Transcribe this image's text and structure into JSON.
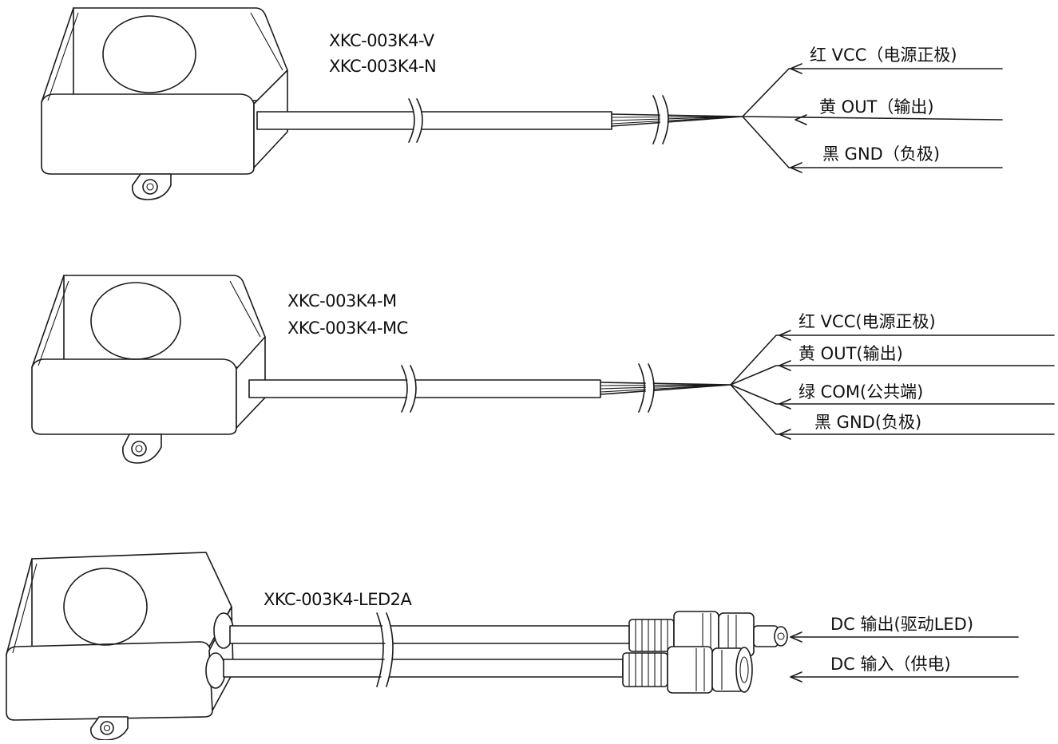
{
  "sensors": [
    {
      "models": [
        "XKC-003K4-V",
        "XKC-003K4-N"
      ],
      "wires": [
        "红 VCC（电源正极)",
        "黄 OUT（输出)",
        "黑 GND（负极)"
      ]
    },
    {
      "models": [
        "XKC-003K4-M",
        "XKC-003K4-MC"
      ],
      "wires": [
        "红 VCC(电源正极)",
        "黄 OUT(输出)",
        "绿 COM(公共端)",
        "黑 GND(负极)"
      ]
    },
    {
      "models": [
        "XKC-003K4-LED2A"
      ],
      "wires": [
        "DC 输出(驱动LED)",
        "DC 输入（供电)"
      ]
    }
  ],
  "colors": {
    "line": "#1a1a1a",
    "background": "#ffffff"
  },
  "icons": [
    "sensor-body-icon",
    "mounting-tab-icon",
    "cable-break-icon",
    "dc-connector-icon",
    "arrow-left-icon"
  ]
}
